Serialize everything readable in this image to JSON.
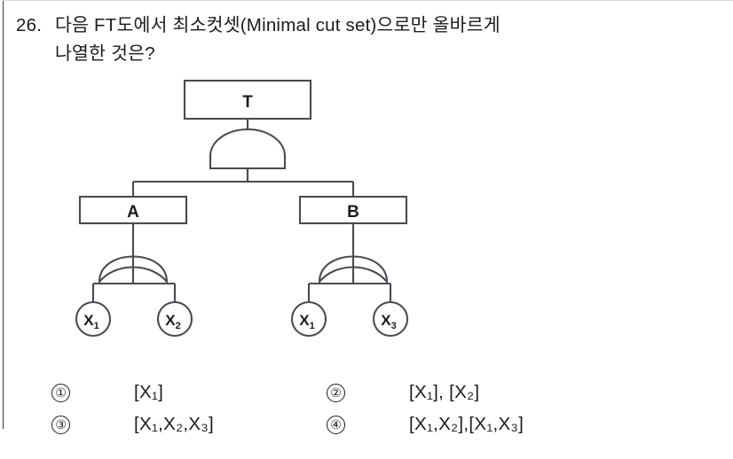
{
  "question": {
    "number": "26.",
    "line1": "다음 FT도에서 최소컷셋(Minimal cut set)으로만 올바르게",
    "line2": "나열한 것은?"
  },
  "diagram": {
    "type": "fault-tree",
    "top_event": {
      "id": "T",
      "label": "T",
      "shape": "rectangle"
    },
    "top_gate": {
      "id": "gate-top",
      "type": "AND",
      "label": "AND gate"
    },
    "intermediate_events": [
      {
        "id": "A",
        "label": "A",
        "shape": "rectangle"
      },
      {
        "id": "B",
        "label": "B",
        "shape": "rectangle"
      }
    ],
    "sub_gates": [
      {
        "id": "gate-a",
        "parent": "A",
        "type": "OR",
        "label": "OR gate"
      },
      {
        "id": "gate-b",
        "parent": "B",
        "type": "OR",
        "label": "OR gate"
      }
    ],
    "basic_events": [
      {
        "id": "a1",
        "parent": "A",
        "base": "X",
        "sub": "1"
      },
      {
        "id": "a2",
        "parent": "A",
        "base": "X",
        "sub": "2"
      },
      {
        "id": "b1",
        "parent": "B",
        "base": "X",
        "sub": "1"
      },
      {
        "id": "b2",
        "parent": "B",
        "base": "X",
        "sub": "3"
      }
    ],
    "stroke_color": "#4a4a52",
    "fill_color": "#ffffff"
  },
  "options": [
    {
      "marker": "①",
      "parts": [
        {
          "pre": "[X",
          "sub": "1",
          "post": "]"
        }
      ]
    },
    {
      "marker": "②",
      "parts": [
        {
          "pre": "[X",
          "sub": "1",
          "post": "], "
        },
        {
          "pre": "[X",
          "sub": "2",
          "post": "]"
        }
      ]
    },
    {
      "marker": "③",
      "parts": [
        {
          "pre": "[X",
          "sub": "1",
          "post": ",X"
        },
        {
          "pre": "",
          "sub": "2",
          "post": ",X"
        },
        {
          "pre": "",
          "sub": "3",
          "post": "]"
        }
      ]
    },
    {
      "marker": "④",
      "parts": [
        {
          "pre": "[X",
          "sub": "1",
          "post": ",X"
        },
        {
          "pre": "",
          "sub": "2",
          "post": "],[X"
        },
        {
          "pre": "",
          "sub": "1",
          "post": ",X"
        },
        {
          "pre": "",
          "sub": "3",
          "post": "]"
        }
      ]
    }
  ],
  "options_text": {
    "o1": "[X₁]",
    "o2": "[X₁], [X₂]",
    "o3": "[X₁,X₂,X₃]",
    "o4": "[X₁,X₂],[X₁,X₃]"
  }
}
